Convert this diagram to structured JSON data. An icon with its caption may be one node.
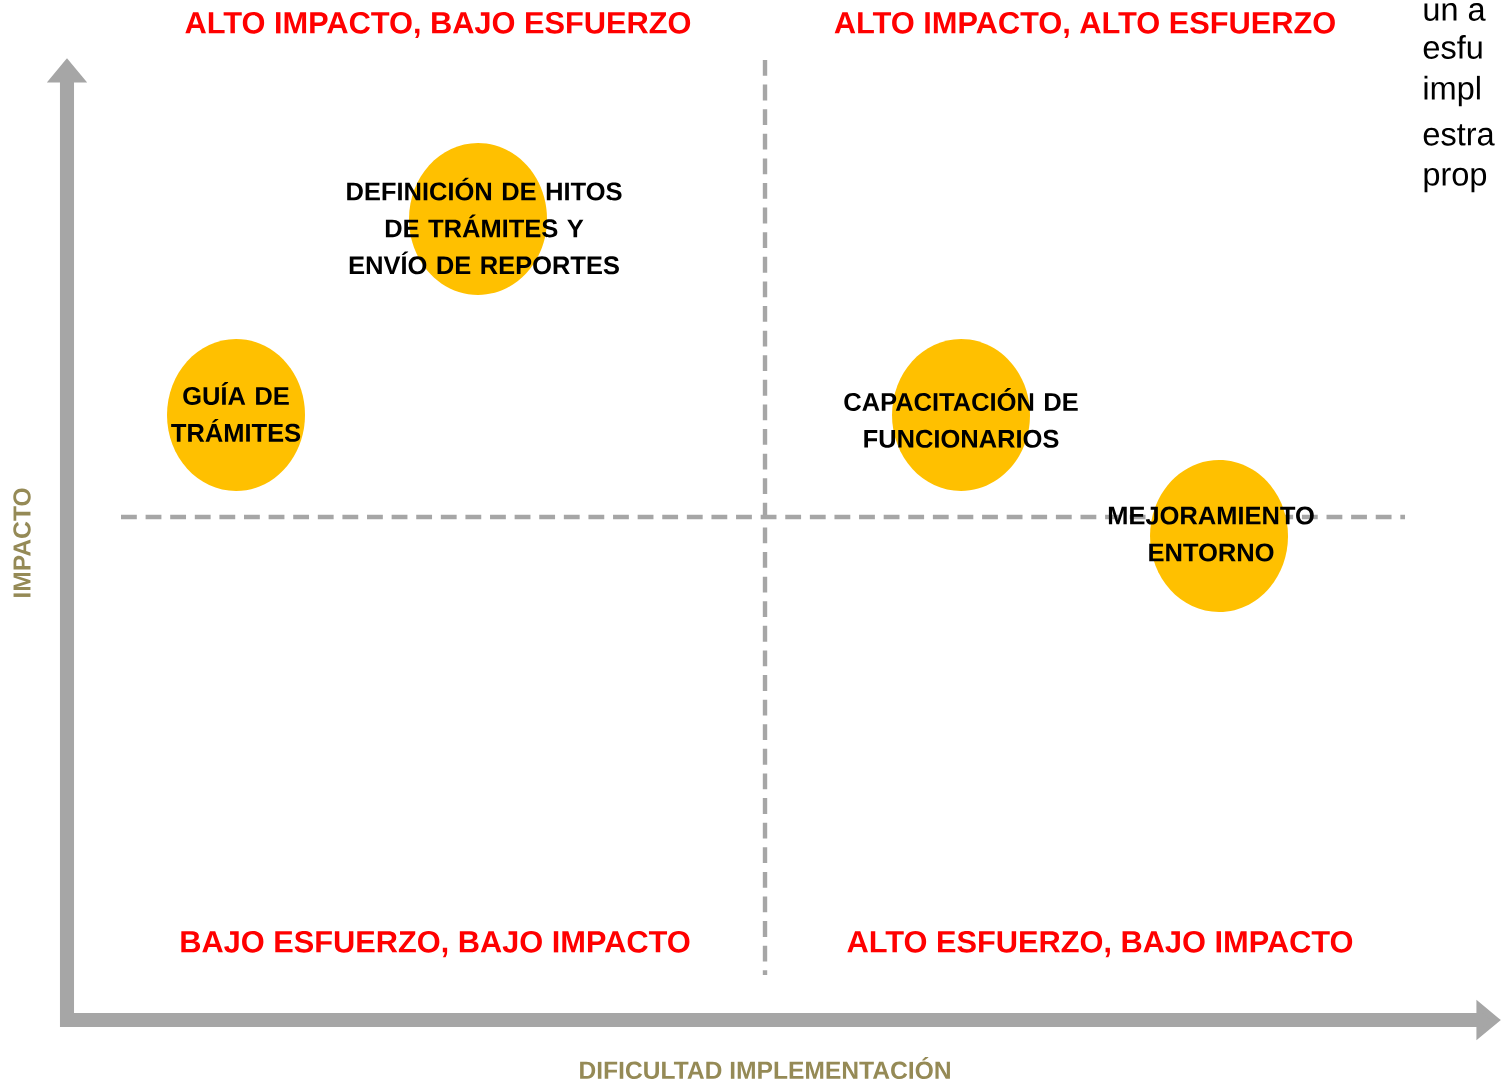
{
  "diagram": {
    "nodes": [
      {
        "text": [
          "DEFINICIÓN DE HITOS DE TRÁMITES Y ENVÍO DE REPORTES"
        ]
      },
      {
        "text": [
          "GUÍA DE TRÁMITES"
        ]
      },
      {
        "text": [
          "CAPACITACIÓN DE FUNCIONARIOS"
        ]
      },
      {
        "text": [
          "MEJORAMIENTO ENTORNO"
        ]
      }
    ],
    "labels": [
      "ALTO IMPACTO, BAJO ESFUERZO",
      "ALTO IMPACTO, ALTO ESFUERZO",
      "un a",
      "esfu",
      "impl",
      "estra",
      "prop",
      "IMPACTO",
      "BAJO ESFUERZO, BAJO IMPACTO",
      "ALTO ESFUERZO, BAJO IMPACTO",
      "DIFICULTAD IMPLEMENTACIÓN"
    ]
  }
}
